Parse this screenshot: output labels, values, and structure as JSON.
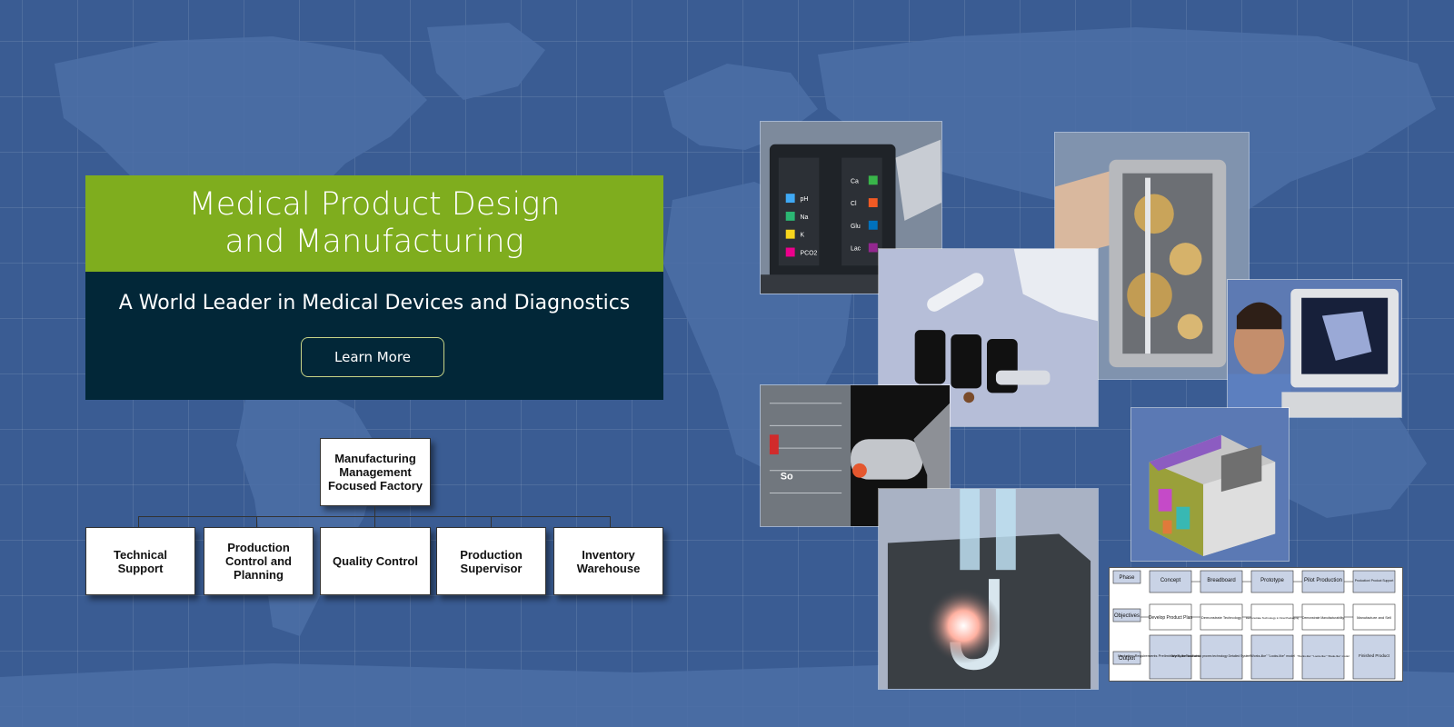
{
  "hero": {
    "title_line1": "Medical Product Design",
    "title_line2": "and Manufacturing",
    "subtitle": "A World Leader in Medical Devices and Diagnostics",
    "cta_label": "Learn More"
  },
  "org_chart": {
    "root": "Manufacturing Management Focused Factory",
    "children": [
      "Technical Support",
      "Production Control and Planning",
      "Quality Control",
      "Production Supervisor",
      "Inventory Warehouse"
    ]
  },
  "photo_labels": {
    "reagent_tags": [
      "pH",
      "Na",
      "K",
      "Cl",
      "PCO2",
      "Ca",
      "Glu",
      "Lac"
    ],
    "so_label": "So"
  },
  "flowchart": {
    "row_labels": [
      "Phase",
      "Objectives",
      "Output"
    ],
    "phases": [
      "Concept",
      "Breadboard",
      "Prototype",
      "Pilot Production",
      "Production/ Product Support"
    ],
    "objectives": [
      "Develop Product Plan",
      "Demonstrate Technology",
      "Demonstrate Technology in Final Packaging",
      "Demonstrate Manufacturability",
      "Manufacture and Sell"
    ],
    "outputs": [
      "Marketing Requirements Preliminary Specifications Program Plan",
      "\"Works-like\" unit which proves technology Detailed Systems Specifications",
      "\"Works-like\" \"Looks-like\" model",
      "\"Works-like\" \"Looks-like\" \"Made-like\" model",
      "Finished Product"
    ]
  },
  "colors": {
    "background": "#3a5c93",
    "hero_green": "#7fad1e",
    "hero_navy": "#022738"
  }
}
